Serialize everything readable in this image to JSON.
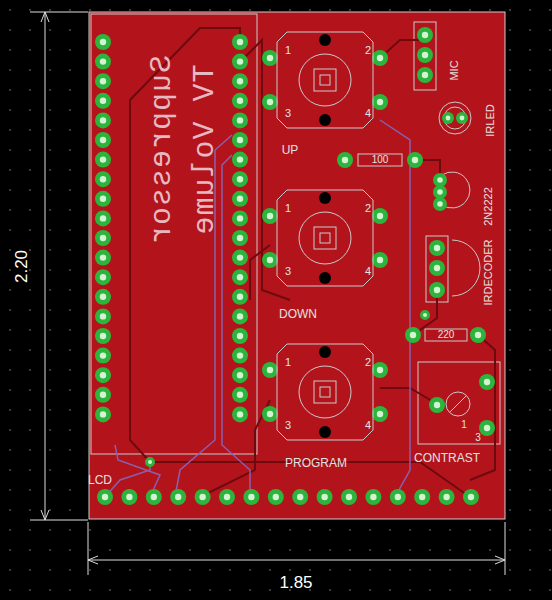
{
  "diagram": {
    "labels": [
      "2.20",
      "1.85",
      "TV Volume",
      "Suppressor",
      "UP",
      "1",
      "2",
      "3",
      "4",
      "DOWN",
      "1",
      "2",
      "3",
      "4",
      "PROGRAM",
      "1",
      "2",
      "3",
      "4",
      "MIC",
      "IRLED",
      "100",
      "2N2222",
      "IRDECODER",
      "220",
      "CONTRAST",
      "1",
      "3",
      "LCD"
    ]
  }
}
